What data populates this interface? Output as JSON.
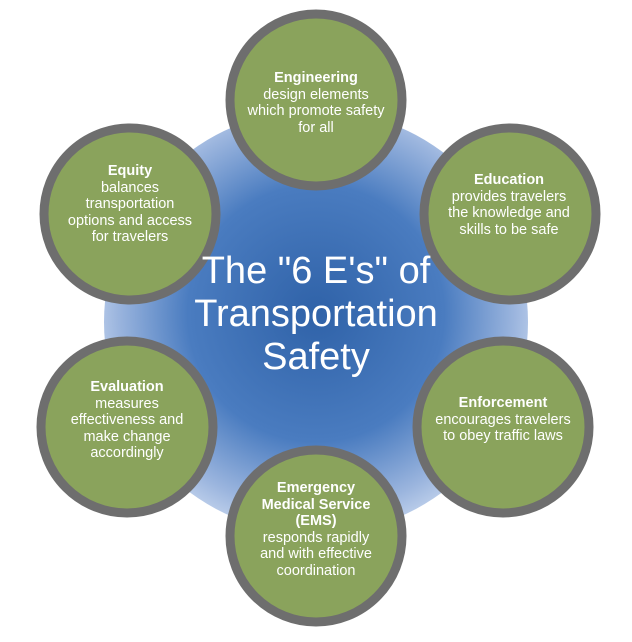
{
  "center": {
    "title_line1": "The \"6 E's\" of",
    "title_line2": "Transportation",
    "title_line3": "Safety"
  },
  "nodes": [
    {
      "title": "Engineering",
      "description": "design elements which promote safety for all"
    },
    {
      "title": "Education",
      "description": "provides travelers the knowledge and skills to be safe"
    },
    {
      "title": "Enforcement",
      "description": "encourages travelers to obey traffic laws"
    },
    {
      "title": "Emergency Medical Service (EMS)",
      "description": "responds rapidly and with effective coordination"
    },
    {
      "title": "Evaluation",
      "description": "measures effectiveness and make change accordingly"
    },
    {
      "title": "Equity",
      "description": "balances transportation options and access for travelers"
    }
  ],
  "colors": {
    "ring": "#8a8a8a",
    "center_light": "#c3d3ec",
    "center_dark": "#2f62a8",
    "node_fill": "#8aa35c",
    "node_border": "#6e6e6e",
    "text": "#ffffff"
  }
}
